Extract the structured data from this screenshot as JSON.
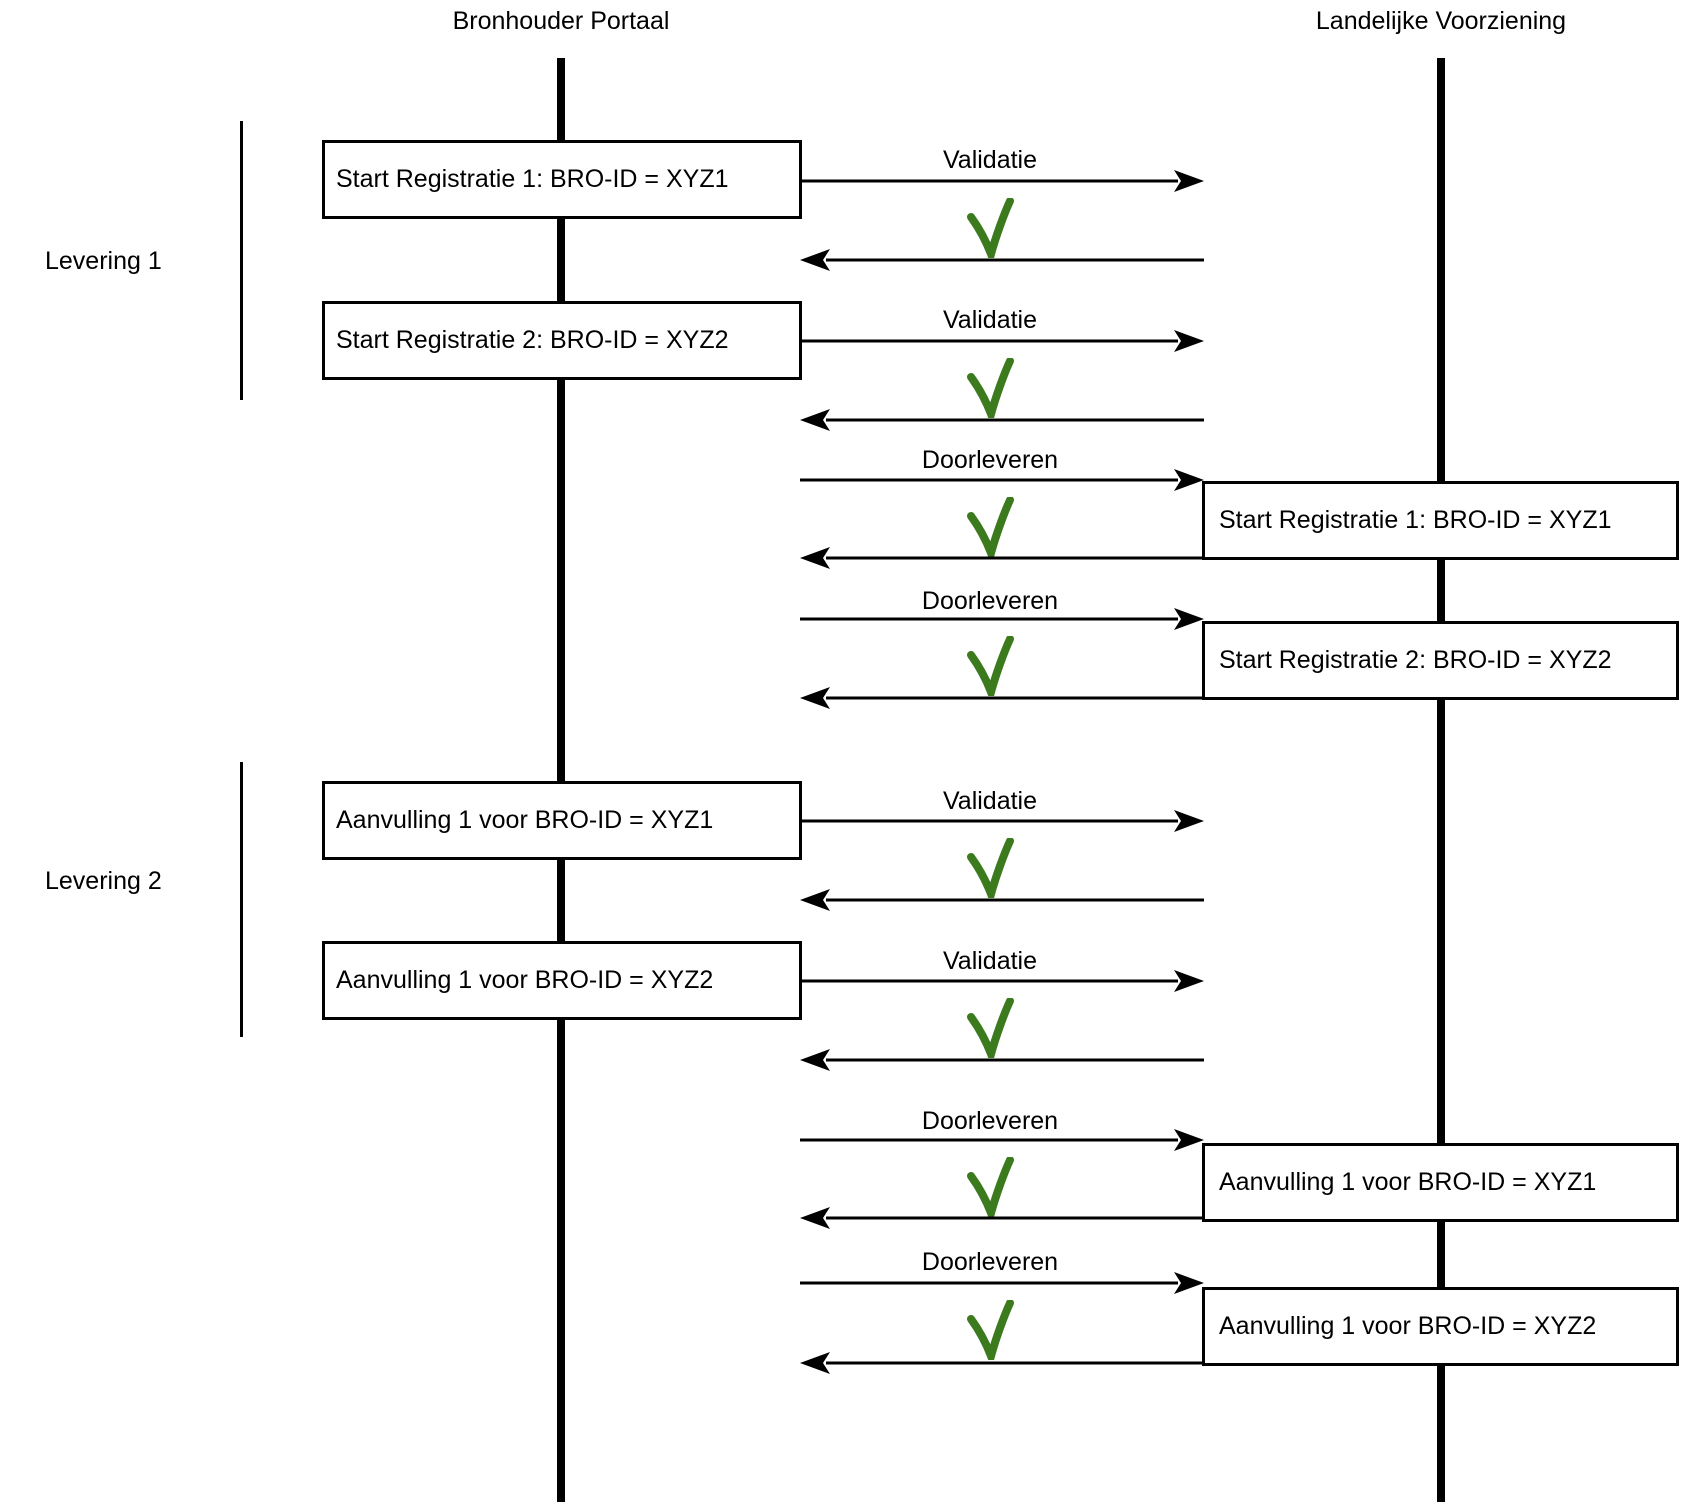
{
  "header": {
    "left_lane": "Bronhouder Portaal",
    "right_lane": "Landelijke Voorziening"
  },
  "groups": [
    {
      "label": "Levering 1"
    },
    {
      "label": "Levering 2"
    }
  ],
  "left_boxes": [
    {
      "label": "Start Registratie 1: BRO-ID = XYZ1"
    },
    {
      "label": "Start Registratie 2: BRO-ID = XYZ2"
    },
    {
      "label": "Aanvulling 1 voor BRO-ID = XYZ1"
    },
    {
      "label": "Aanvulling 1 voor BRO-ID = XYZ2"
    }
  ],
  "right_boxes": [
    {
      "label": "Start Registratie 1: BRO-ID = XYZ1"
    },
    {
      "label": "Start Registratie 2: BRO-ID = XYZ2"
    },
    {
      "label": "Aanvulling 1 voor BRO-ID = XYZ1"
    },
    {
      "label": "Aanvulling 1 voor BRO-ID = XYZ2"
    }
  ],
  "messages": [
    {
      "label": "Validatie",
      "result_icon": "green-check"
    },
    {
      "label": "Validatie",
      "result_icon": "green-check"
    },
    {
      "label": "Doorleveren",
      "result_icon": "green-check"
    },
    {
      "label": "Doorleveren",
      "result_icon": "green-check"
    },
    {
      "label": "Validatie",
      "result_icon": "green-check"
    },
    {
      "label": "Validatie",
      "result_icon": "green-check"
    },
    {
      "label": "Doorleveren",
      "result_icon": "green-check"
    },
    {
      "label": "Doorleveren",
      "result_icon": "green-check"
    }
  ],
  "colors": {
    "check_green": "#3c7a1e",
    "line_black": "#000000",
    "background": "#ffffff"
  }
}
